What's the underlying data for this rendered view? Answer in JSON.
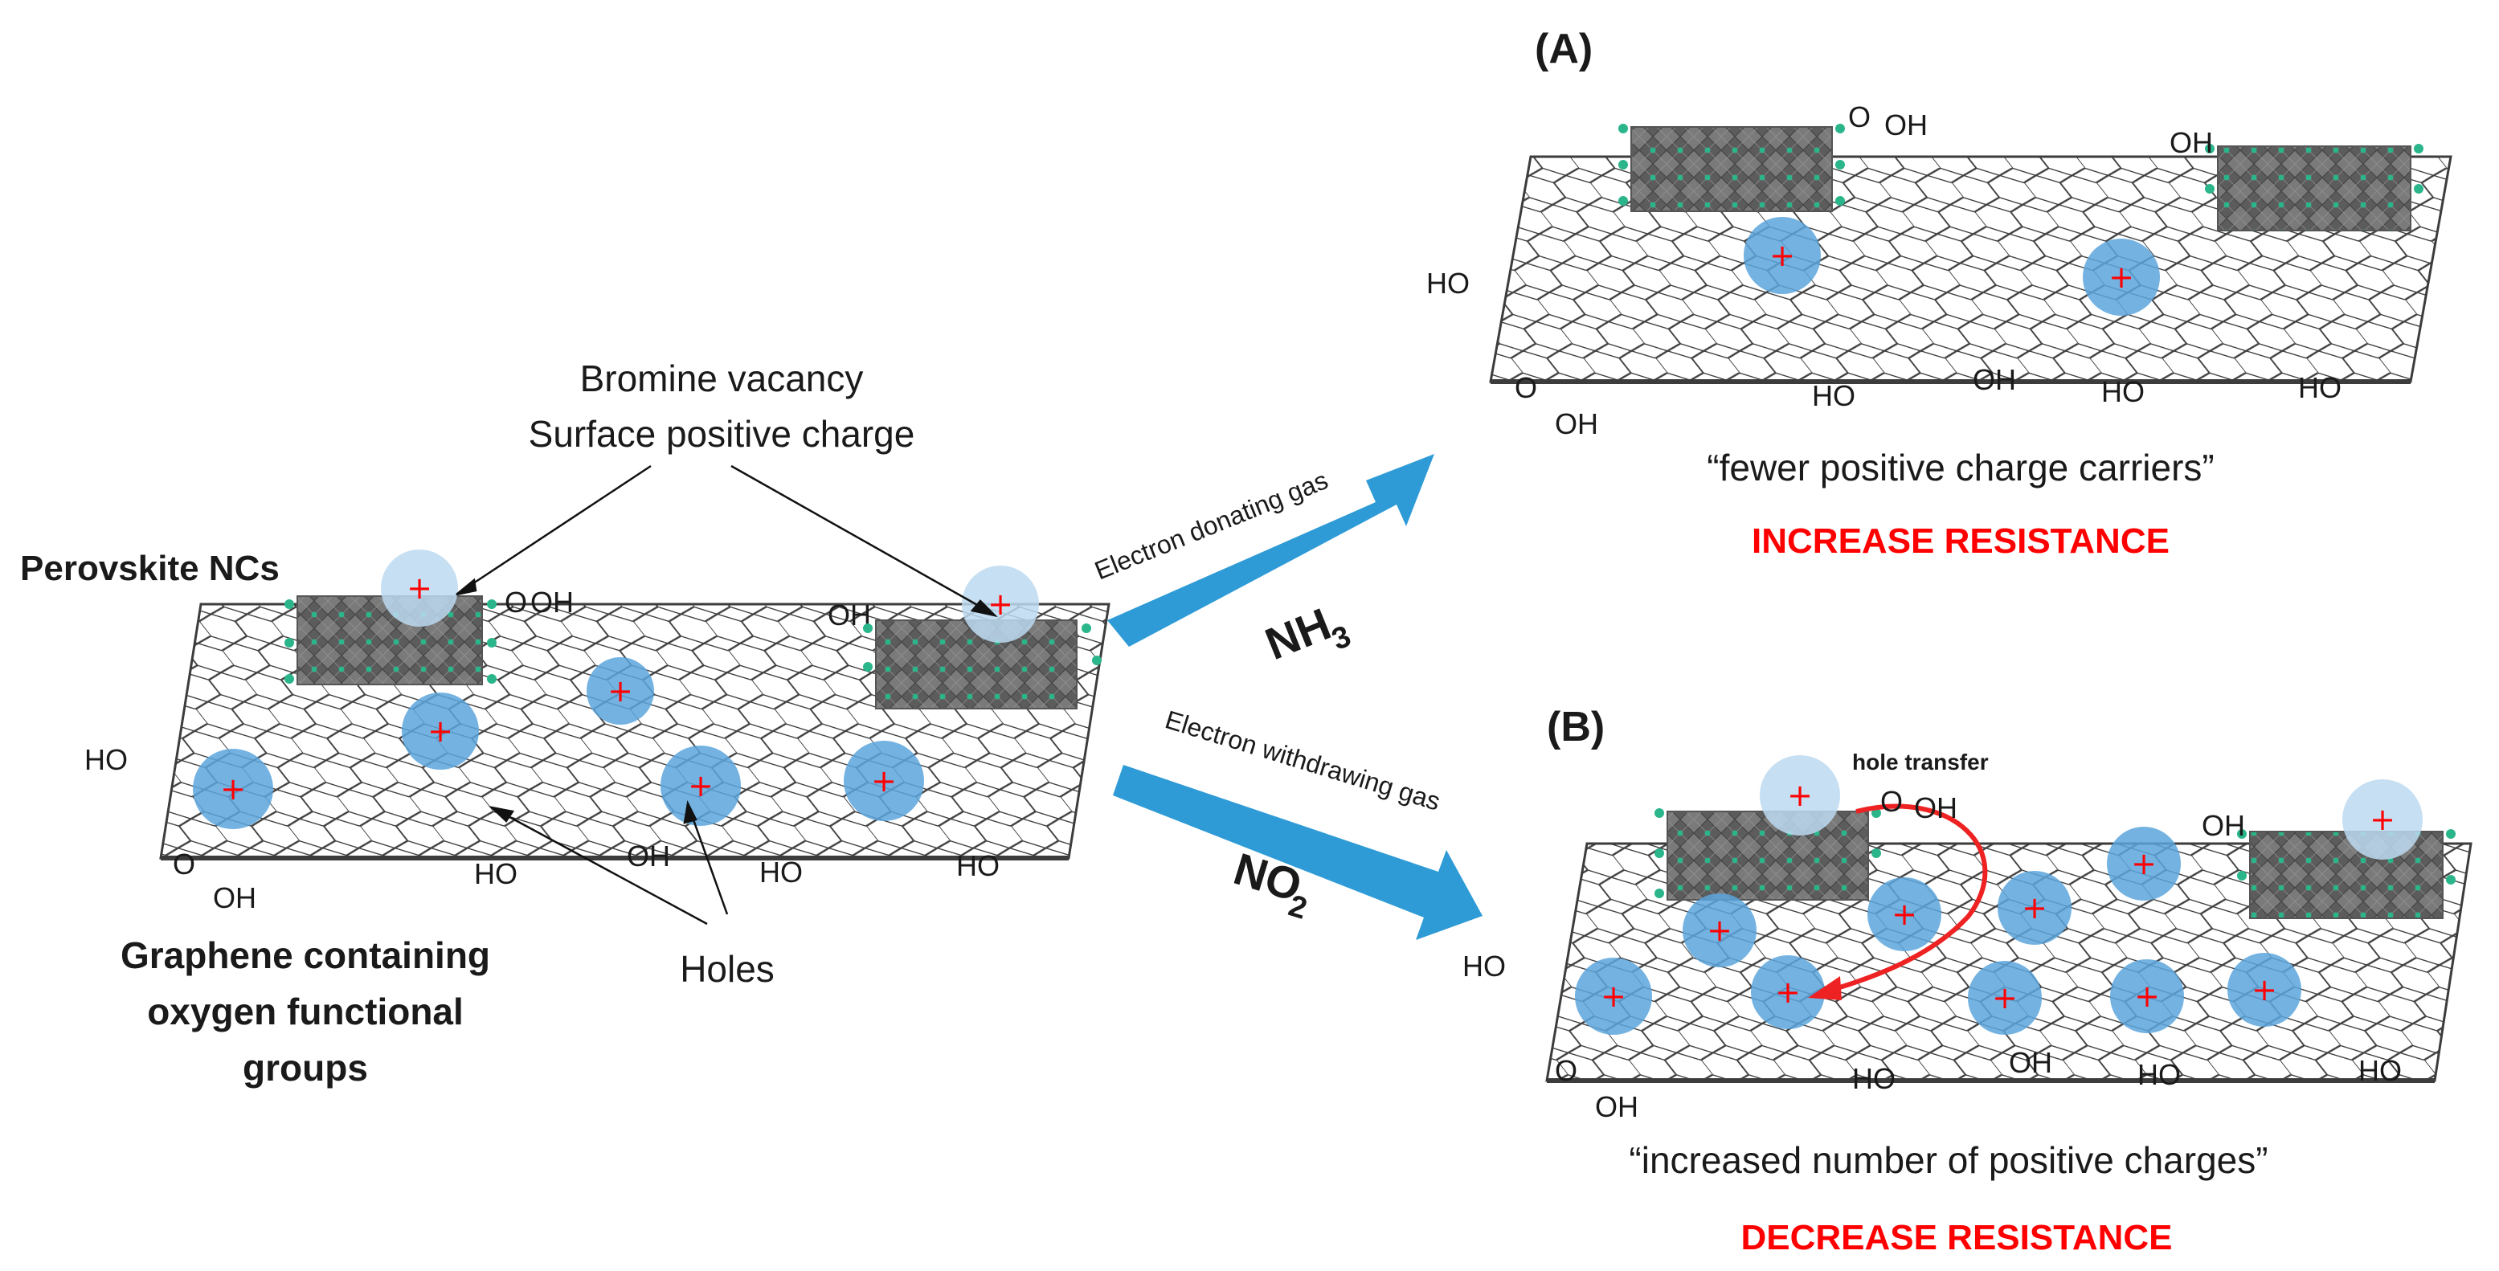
{
  "labels": {
    "panel_a": "(A)",
    "panel_b": "(B)",
    "bromine_vacancy": "Bromine vacancy",
    "surface_charge": "Surface positive charge",
    "perovskite": "Perovskite NCs",
    "graphene_1": "Graphene containing",
    "graphene_2": "oxygen functional",
    "graphene_3": "groups",
    "holes": "Holes",
    "donating": "Electron donating gas",
    "withdrawing": "Electron withdrawing gas",
    "nh3_main": "NH",
    "nh3_sub": "3",
    "no2_main": "NO",
    "no2_sub": "2",
    "fewer": "“fewer positive charge carriers”",
    "increase_res": "INCREASE RESISTANCE",
    "increased": "“increased number of positive charges”",
    "decrease_res": "DECREASE RESISTANCE",
    "hole_transfer": "hole transfer",
    "plus": "+",
    "oh": "OH",
    "ho": "HO",
    "cooh_o": "O",
    "cooh_oh": "OH"
  },
  "colors": {
    "arrow_blue": "#2e9bd6",
    "hole_blue": "#5aa5dc",
    "vacancy_blue": "#bcd9f0",
    "plus_red": "#ff0000",
    "red_text": "#ff0000",
    "crystal_gray": "#6b6b6b",
    "crystal_dot": "#2bb58a"
  },
  "icons": [
    "graphene-sheet-icon",
    "perovskite-nanocrystal-icon",
    "hole-charge-icon",
    "gas-arrow-icon",
    "hole-transfer-arrow-icon"
  ]
}
